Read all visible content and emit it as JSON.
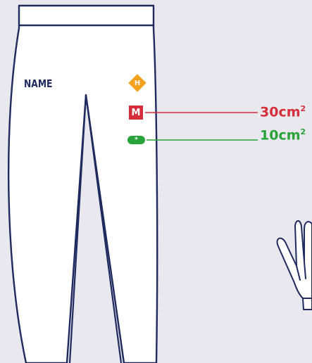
{
  "garment": {
    "name_label": "NAME"
  },
  "badges": {
    "h_label": "H",
    "m_label": "M",
    "s_label": "*"
  },
  "sizes": {
    "m_value": "30cm",
    "m_exp": "2",
    "s_value": "10cm",
    "s_exp": "2"
  },
  "colors": {
    "outline": "#1f2a5e",
    "red": "#d62d3a",
    "green": "#27a33a",
    "orange": "#f2a21f",
    "background": "#e8e8ee",
    "garment_fill": "#ffffff"
  }
}
